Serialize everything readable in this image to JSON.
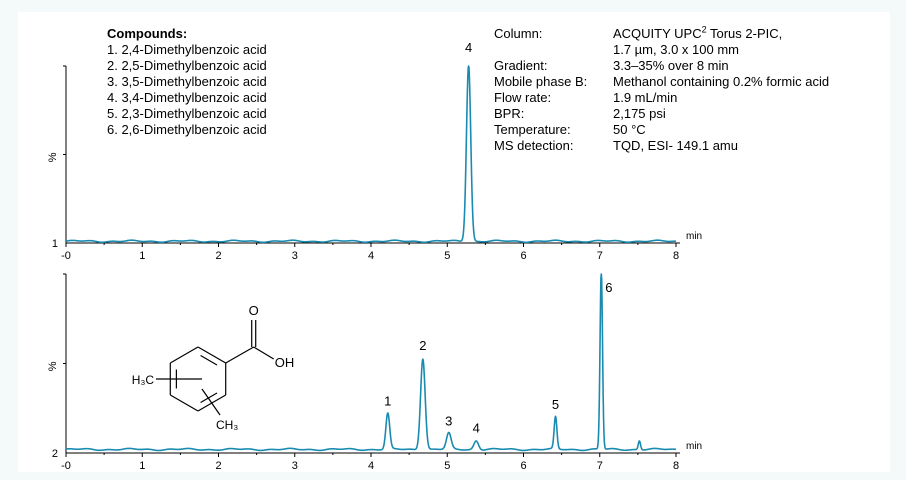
{
  "compounds": {
    "heading": "Compounds:",
    "items": [
      "1. 2,4-Dimethylbenzoic acid",
      "2. 2,5-Dimethylbenzoic acid",
      "3. 3,5-Dimethylbenzoic acid",
      "4. 3,4-Dimethylbenzoic acid",
      "5. 2,3-Dimethylbenzoic acid",
      "6. 2,6-Dimethylbenzoic acid"
    ]
  },
  "conditions": [
    {
      "label": "Column:",
      "value": "ACQUITY UPC",
      "sup": "2",
      "value_after": " Torus 2-PIC,"
    },
    {
      "label": "",
      "value": "1.7 µm, 3.0 x 100 mm"
    },
    {
      "label": "Gradient:",
      "value": "3.3–35% over 8 min"
    },
    {
      "label": "Mobile phase B:",
      "value": "Methanol containing 0.2% formic acid"
    },
    {
      "label": "Flow rate:",
      "value": "1.9 mL/min"
    },
    {
      "label": "BPR:",
      "value": "2,175 psi"
    },
    {
      "label": "Temperature:",
      "value": "50 °C"
    },
    {
      "label": "MS detection:",
      "value": "TQD, ESI- 149.1 amu"
    }
  ],
  "structure": {
    "o_label": "O",
    "oh_label": "OH",
    "ch3_left": "H₃C",
    "ch3_right": "CH₃"
  },
  "colors": {
    "trace": "#1a8bb0",
    "axis": "#000000"
  },
  "chart_data": [
    {
      "type": "line",
      "xlabel": "min",
      "ylabel": "%",
      "y_min_label": "1",
      "xlim": [
        0,
        8
      ],
      "ylim": [
        0,
        100
      ],
      "x_ticks": [
        0,
        1,
        2,
        3,
        4,
        5,
        6,
        7,
        8
      ],
      "x_tick_labels": [
        "-0",
        "1",
        "2",
        "3",
        "4",
        "5",
        "6",
        "7",
        "8"
      ],
      "baseline": 1,
      "peaks": [
        {
          "label": "4",
          "rt": 5.28,
          "height": 100,
          "width": 0.028
        }
      ]
    },
    {
      "type": "line",
      "xlabel": "min",
      "ylabel": "%",
      "y_min_label": "2",
      "xlim": [
        0,
        8
      ],
      "ylim": [
        0,
        100
      ],
      "x_ticks": [
        0,
        1,
        2,
        3,
        4,
        5,
        6,
        7,
        8
      ],
      "x_tick_labels": [
        "-0",
        "1",
        "2",
        "3",
        "4",
        "5",
        "6",
        "7",
        "8"
      ],
      "baseline": 2,
      "peaks": [
        {
          "label": "1",
          "rt": 4.22,
          "height": 20,
          "width": 0.025
        },
        {
          "label": "2",
          "rt": 4.68,
          "height": 51,
          "width": 0.03
        },
        {
          "label": "3",
          "rt": 5.02,
          "height": 9,
          "width": 0.03
        },
        {
          "label": "4",
          "rt": 5.38,
          "height": 5,
          "width": 0.03
        },
        {
          "label": "5",
          "rt": 6.42,
          "height": 18,
          "width": 0.018
        },
        {
          "label": "6",
          "rt": 7.02,
          "height": 100,
          "width": 0.016
        }
      ],
      "minor_peaks": [
        {
          "rt": 7.52,
          "height": 5,
          "width": 0.015
        }
      ]
    }
  ]
}
